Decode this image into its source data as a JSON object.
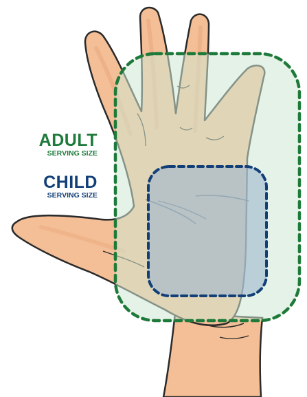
{
  "adult": {
    "title": "ADULT",
    "subtitle": "SERVING SIZE",
    "color": "#1e7a3a",
    "region_fill": "#cfe8d4"
  },
  "child": {
    "title": "CHILD",
    "subtitle": "SERVING SIZE",
    "color": "#123f78",
    "region_fill": "#9fb8d0"
  },
  "hand": {
    "skin": "#f4bf96",
    "skin_shadow": "#e39a72",
    "outline": "#2a2a2a"
  }
}
